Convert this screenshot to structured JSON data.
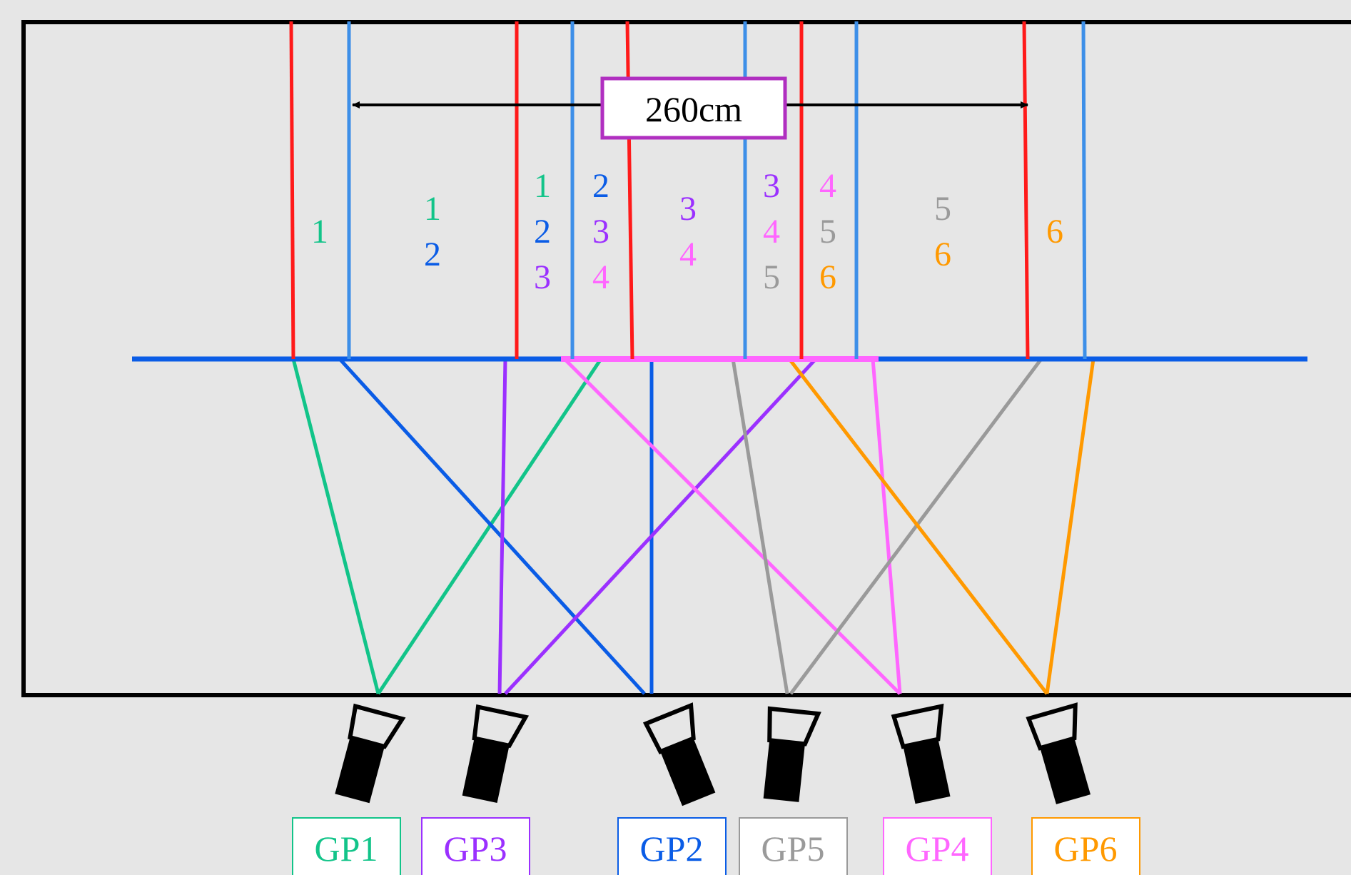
{
  "colors": {
    "background": "#e6e6e6",
    "border": "#000000",
    "red_line": "#ff1a1a",
    "light_blue_line": "#3d8fe8",
    "floor_blue": "#0a5ce6",
    "pink_segment": "#ff66ff",
    "annotation_border": "#b02fc0",
    "GP1": "#12c489",
    "GP2": "#0a5ce6",
    "GP3": "#9b30ff",
    "GP4": "#ff66ff",
    "GP5": "#9a9a9a",
    "GP6": "#ff9900"
  },
  "measurement": {
    "label": "260cm"
  },
  "zones": [
    {
      "numbers": [
        {
          "text": "1",
          "cam": "GP1"
        }
      ]
    },
    {
      "numbers": [
        {
          "text": "1",
          "cam": "GP1"
        },
        {
          "text": "2",
          "cam": "GP2"
        }
      ]
    },
    {
      "numbers": [
        {
          "text": "1",
          "cam": "GP1"
        },
        {
          "text": "2",
          "cam": "GP2"
        },
        {
          "text": "3",
          "cam": "GP3"
        }
      ]
    },
    {
      "numbers": [
        {
          "text": "2",
          "cam": "GP2"
        },
        {
          "text": "3",
          "cam": "GP3"
        },
        {
          "text": "4",
          "cam": "GP4"
        }
      ]
    },
    {
      "numbers": [
        {
          "text": "3",
          "cam": "GP3"
        },
        {
          "text": "4",
          "cam": "GP4"
        }
      ]
    },
    {
      "numbers": [
        {
          "text": "3",
          "cam": "GP3"
        },
        {
          "text": "4",
          "cam": "GP4"
        },
        {
          "text": "5",
          "cam": "GP5"
        }
      ]
    },
    {
      "numbers": [
        {
          "text": "4",
          "cam": "GP4"
        },
        {
          "text": "5",
          "cam": "GP5"
        },
        {
          "text": "6",
          "cam": "GP6"
        }
      ]
    },
    {
      "numbers": [
        {
          "text": "5",
          "cam": "GP5"
        },
        {
          "text": "6",
          "cam": "GP6"
        }
      ]
    },
    {
      "numbers": [
        {
          "text": "6",
          "cam": "GP6"
        }
      ]
    }
  ],
  "cameras": [
    {
      "id": "GP1",
      "label": "GP1"
    },
    {
      "id": "GP3",
      "label": "GP3"
    },
    {
      "id": "GP2",
      "label": "GP2"
    },
    {
      "id": "GP5",
      "label": "GP5"
    },
    {
      "id": "GP4",
      "label": "GP4"
    },
    {
      "id": "GP6",
      "label": "GP6"
    }
  ]
}
